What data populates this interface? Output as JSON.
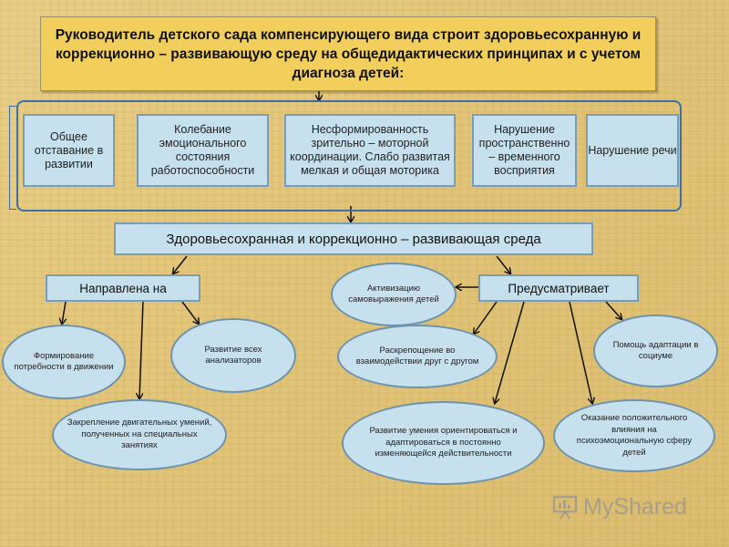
{
  "title": "Руководитель детского сада компенсирующего вида строит здоровьесохранную и коррекционно – развивающую среду на общедидактических принципах и с учетом диагноза детей:",
  "categories": [
    "Общее отставание в развитии",
    "Колебание эмоционального состояния работоспособности",
    "Несформированность зрительно – моторной координации. Слабо развитая мелкая и общая моторика",
    "Нарушение пространственно – временного восприятия",
    "Нарушение речи"
  ],
  "environment": "Здоровьесохранная и коррекционно – развивающая среда",
  "left_branch": {
    "label": "Направлена на",
    "items": [
      "Формирование потребности в движении",
      "Развитие всех анализаторов",
      "Закрепление двигательных умений, полученных на специальных занятиях"
    ]
  },
  "right_branch": {
    "label": "Предусматривает",
    "items": [
      "Активизацию самовыражения детей",
      "Раскрепощение во взаимодействии друг с другом",
      "Помощь адаптации в социуме",
      "Развитие умения ориентироваться и адаптироваться в постоянно изменяющейся действительности",
      "Оказание положительного влияния на психоэмоциональную сферу детей"
    ]
  },
  "watermark": "MyShared",
  "colors": {
    "title_fill": "#f2cf5c",
    "box_fill": "#c7e0ee",
    "frame": "#3f6fa6"
  }
}
